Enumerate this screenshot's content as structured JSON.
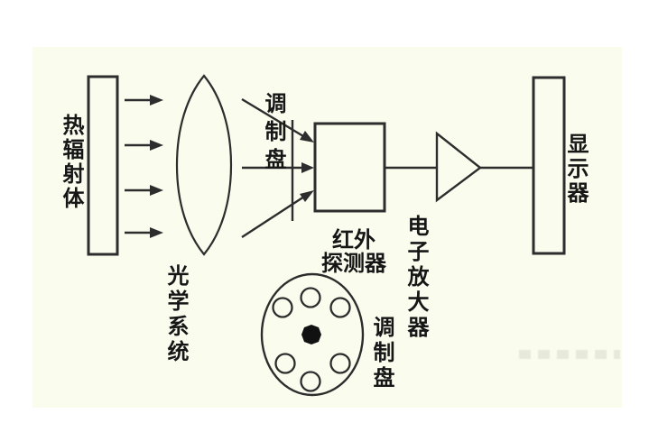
{
  "labels": {
    "thermal_radiator": "热辐射体",
    "optical_system": "光学系统",
    "chopper_disc_beam": "调制盘",
    "ir_detector_line1": "红外",
    "ir_detector_line2": "探测器",
    "electronic_amplifier": "电子放大器",
    "display_unit": "显示器",
    "chopper_disc_wheel": "调制盘"
  },
  "chopper_wheel": {
    "hole_count": 6,
    "hub": "filled-center-dot"
  },
  "colors": {
    "page_bg": "#ffffff",
    "panel_bg": "#fafcee",
    "stroke": "#2d2d2d",
    "text": "#161616",
    "hub_fill": "#111111",
    "watermark": "#a0a094"
  }
}
